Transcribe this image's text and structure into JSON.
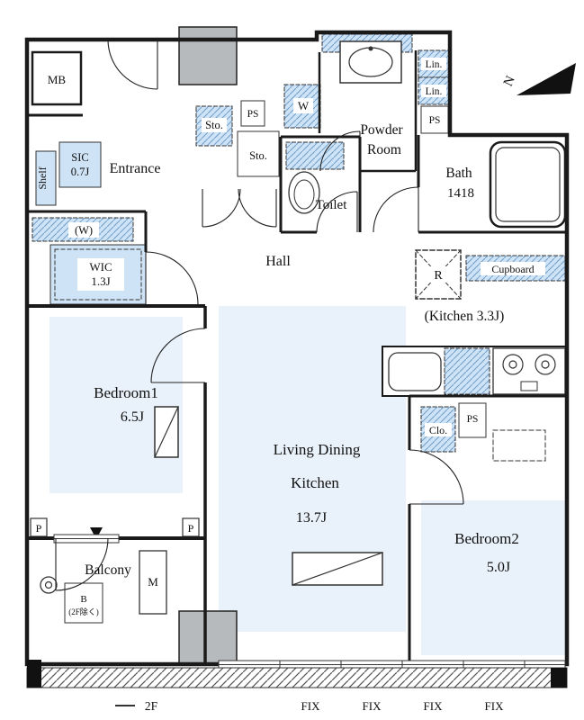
{
  "colors": {
    "fixture_fill": "#cfe3f6",
    "room_fill": "#e9f1fa",
    "wall": "#1a1a1a",
    "gray_block": "#b7babc"
  },
  "rooms": {
    "mb": {
      "label": "MB"
    },
    "shelf": {
      "label": "Shelf"
    },
    "sic": {
      "label": "SIC",
      "area": "0.7J"
    },
    "entrance": {
      "label": "Entrance"
    },
    "storage_upper": {
      "label": "Sto."
    },
    "storage_lower": {
      "label": "Sto."
    },
    "ps_entrance": {
      "label": "PS"
    },
    "washer_pan": {
      "label": "W"
    },
    "powder_room": {
      "line1": "Powder",
      "line2": "Room"
    },
    "linen_upper": {
      "label": "Lin."
    },
    "linen_lower": {
      "label": "Lin."
    },
    "ps_bath": {
      "label": "PS"
    },
    "bath": {
      "label": "Bath",
      "size": "1418"
    },
    "toilet": {
      "label": "Toilet"
    },
    "hall": {
      "label": "Hall"
    },
    "washer_alt": {
      "label": "(W)"
    },
    "wic": {
      "label": "WIC",
      "area": "1.3J"
    },
    "refrigerator": {
      "label": "R"
    },
    "cupboard": {
      "label": "Cupboard"
    },
    "kitchen": {
      "label": "(Kitchen 3.3J)"
    },
    "bedroom1": {
      "label": "Bedroom1",
      "area": "6.5J"
    },
    "ldk": {
      "line1": "Living Dining",
      "line2": "Kitchen",
      "area": "13.7J"
    },
    "closet": {
      "label": "Clo."
    },
    "ps_bedroom2": {
      "label": "PS"
    },
    "bedroom2": {
      "label": "Bedroom2",
      "area": "5.0J"
    },
    "balcony": {
      "label": "Balcony"
    },
    "m_box": {
      "label": "M"
    },
    "b_box": {
      "label": "B",
      "note": "(2F除く)"
    }
  },
  "markers": {
    "pillar_left": "P",
    "pillar_right": "P",
    "floor_label": "2F",
    "fix": [
      "FIX",
      "FIX",
      "FIX",
      "FIX"
    ],
    "north": "N"
  }
}
